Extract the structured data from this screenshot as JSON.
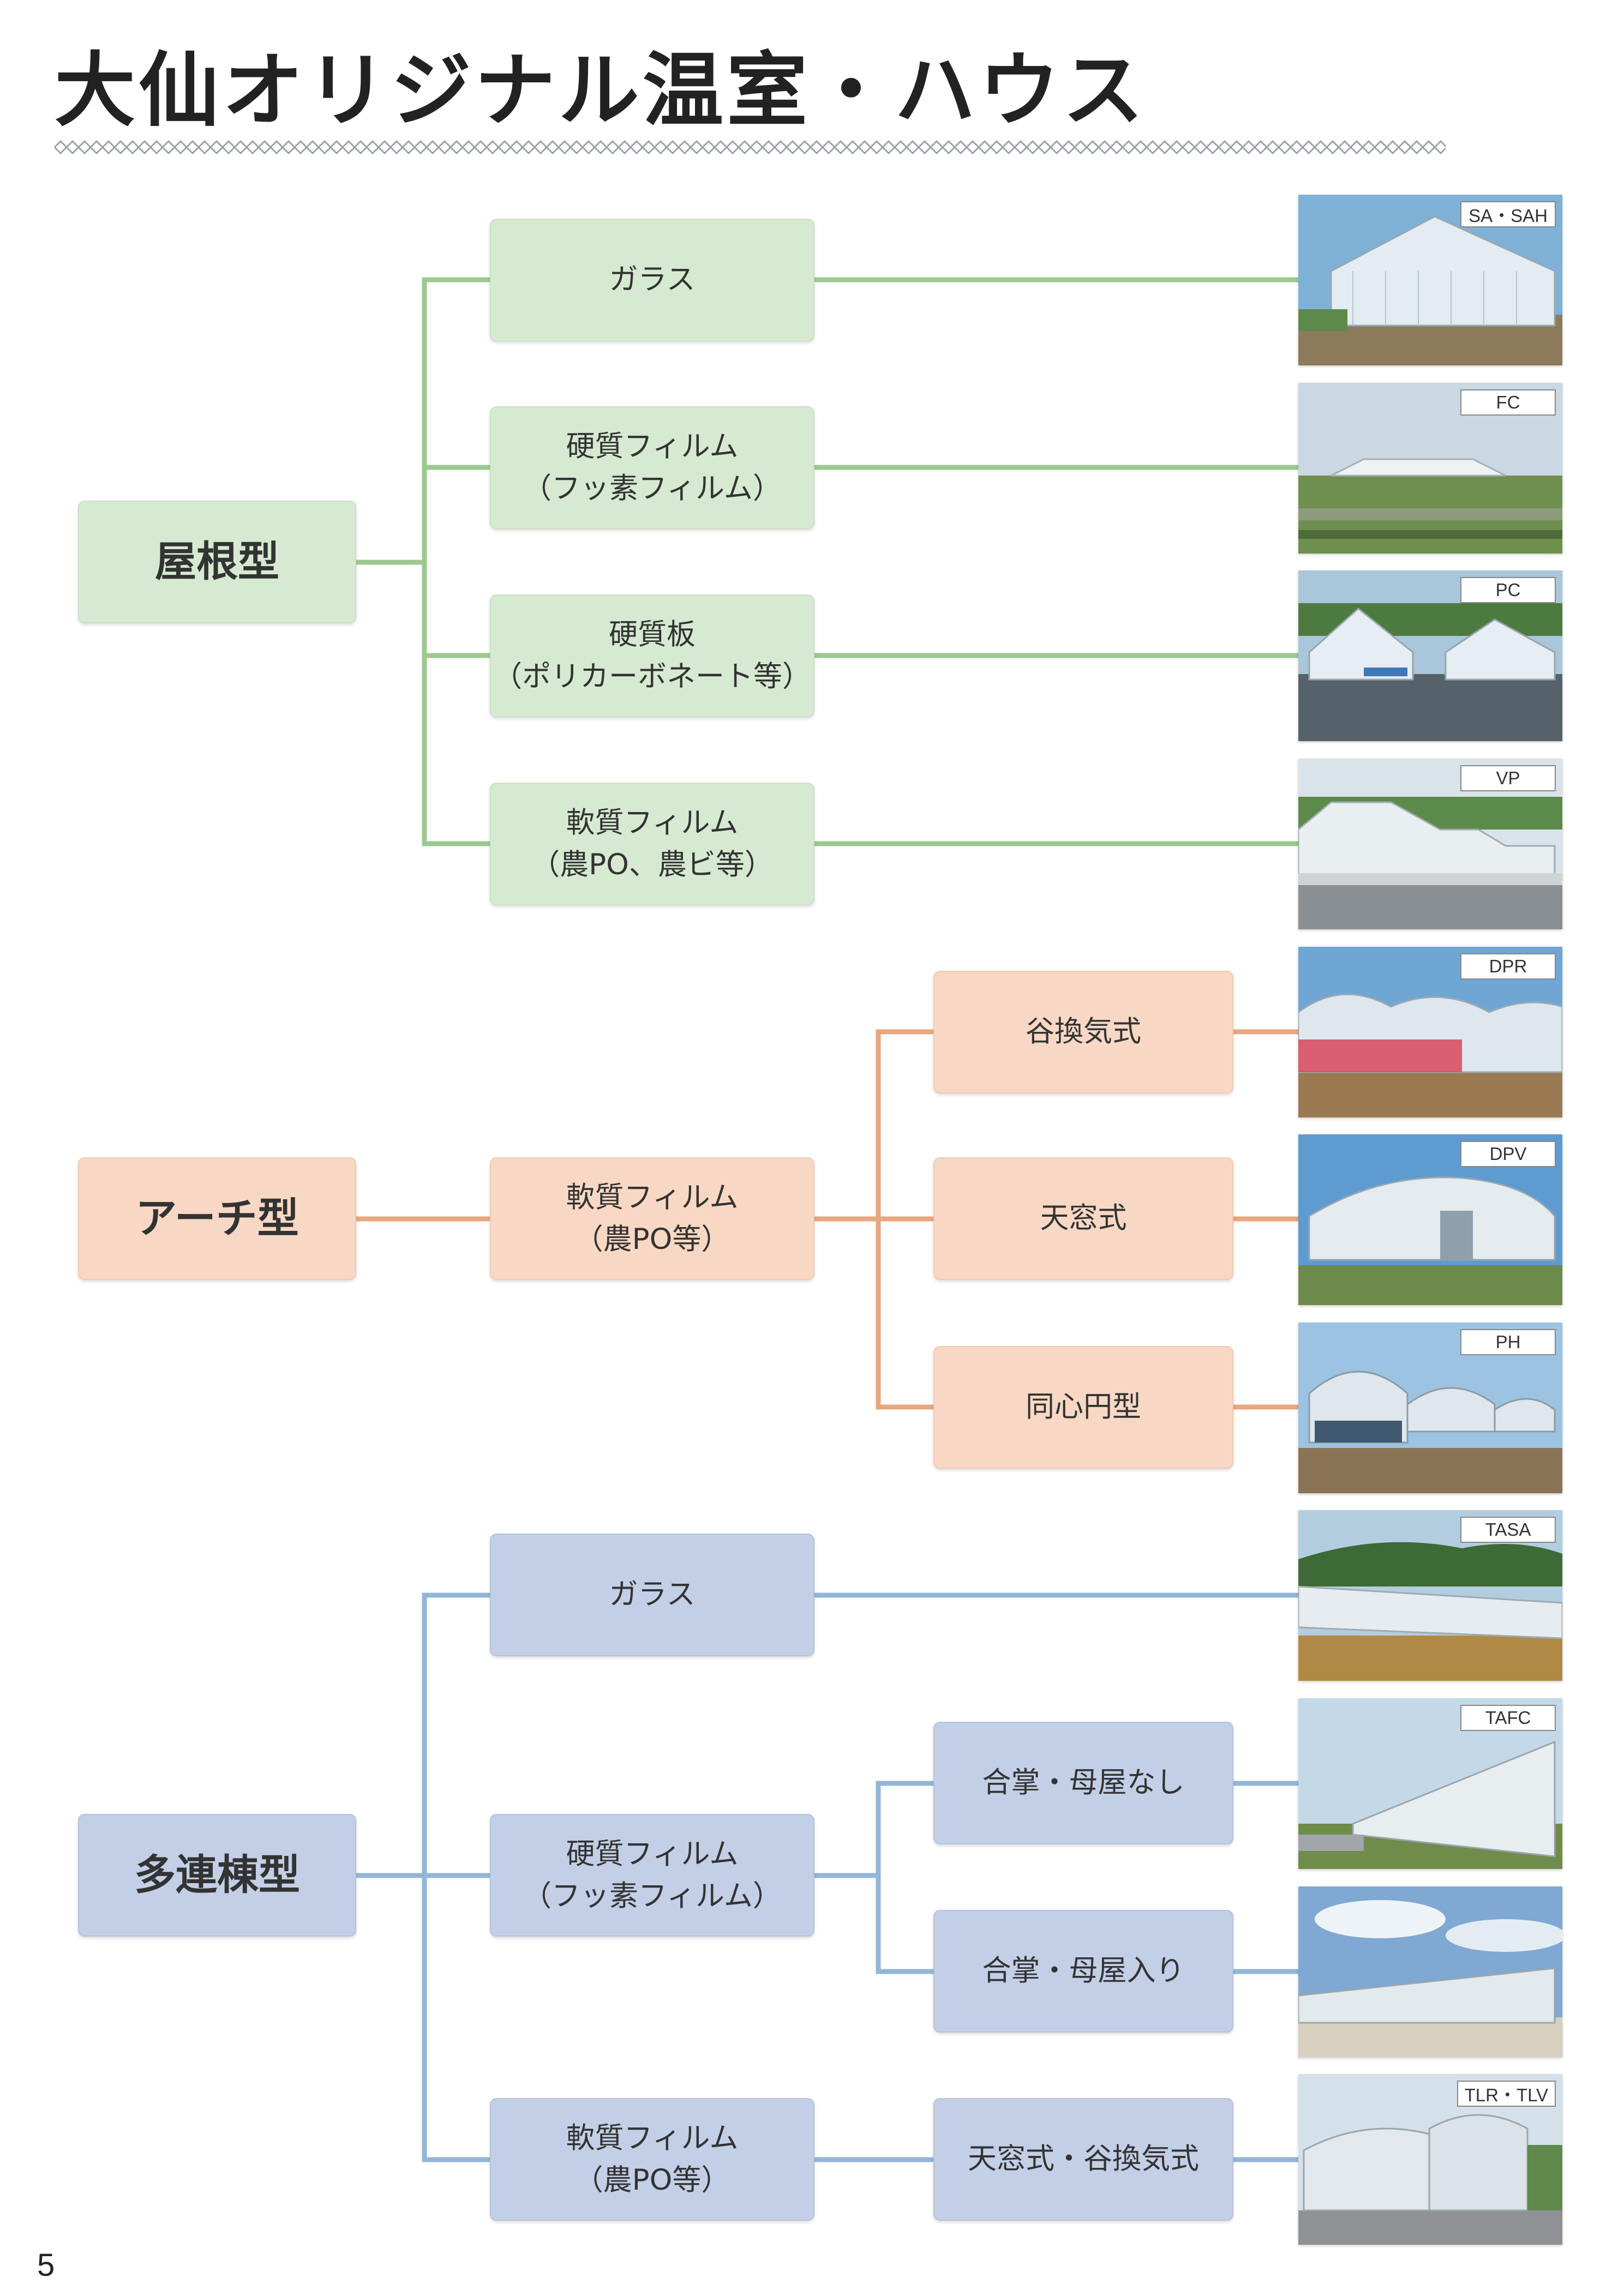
{
  "title": "大仙オリジナル温室・ハウス",
  "page_number": "5",
  "colors": {
    "roof_line": "#9cc98f",
    "roof_fill": "#d6ead2",
    "arch_line": "#e8a77f",
    "arch_fill": "#f8d8c4",
    "multi_line": "#93b6d8",
    "multi_fill": "#c3cfe6"
  },
  "groups": {
    "roof": {
      "category": "屋根型",
      "nodes": {
        "glass": {
          "lines": [
            "ガラス"
          ]
        },
        "hard_film": {
          "lines": [
            "硬質フィルム",
            "（フッ素フィルム）"
          ]
        },
        "hard_board": {
          "lines": [
            "硬質板",
            "（ポリカーボネート等）"
          ]
        },
        "soft_film": {
          "lines": [
            "軟質フィルム",
            "（農PO、農ビ等）"
          ]
        }
      }
    },
    "arch": {
      "category": "アーチ型",
      "nodes": {
        "soft_film": {
          "lines": [
            "軟質フィルム",
            "（農PO等）"
          ]
        },
        "valley_vent": {
          "lines": [
            "谷換気式"
          ]
        },
        "sky_window": {
          "lines": [
            "天窓式"
          ]
        },
        "concentric": {
          "lines": [
            "同心円型"
          ]
        }
      }
    },
    "multi": {
      "category": "多連棟型",
      "nodes": {
        "glass": {
          "lines": [
            "ガラス"
          ]
        },
        "hard_film": {
          "lines": [
            "硬質フィルム",
            "（フッ素フィルム）"
          ]
        },
        "gassho_none": {
          "lines": [
            "合掌・母屋なし"
          ]
        },
        "gassho_with": {
          "lines": [
            "合掌・母屋入り"
          ]
        },
        "soft_film": {
          "lines": [
            "軟質フィルム",
            "（農PO等）"
          ]
        },
        "sky_valley": {
          "lines": [
            "天窓式・谷換気式"
          ]
        }
      }
    }
  },
  "photos": [
    {
      "label": "SA・SAH",
      "icon": "greenhouse-photo"
    },
    {
      "label": "FC",
      "icon": "greenhouse-photo"
    },
    {
      "label": "PC",
      "icon": "greenhouse-photo"
    },
    {
      "label": "VP",
      "icon": "greenhouse-photo"
    },
    {
      "label": "DPR",
      "icon": "greenhouse-photo"
    },
    {
      "label": "DPV",
      "icon": "greenhouse-photo"
    },
    {
      "label": "PH",
      "icon": "greenhouse-photo"
    },
    {
      "label": "TASA",
      "icon": "greenhouse-photo"
    },
    {
      "label": "TAFC",
      "icon": "greenhouse-photo"
    },
    {
      "label": "TLR・TLV",
      "icon": "greenhouse-photo"
    }
  ]
}
